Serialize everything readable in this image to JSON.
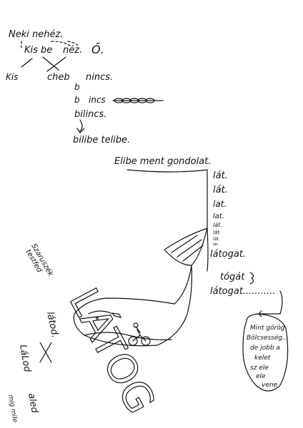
{
  "lines": {
    "l1": "Neki nehéz.",
    "l2a": "Kis be",
    "l2b": "néz.",
    "l2c": "Ő.",
    "l3a": "Kis",
    "l3b": "cheb",
    "l3c": "nincs.",
    "l4a": "b",
    "l5a": "b",
    "l5b": "incs",
    "l6": "bilincs.",
    "l7": "bilibe telibe.",
    "l8": "Elibe ment gondolat.",
    "lat1": "lát.",
    "lat2": "lát.",
    "lat3": "lat.",
    "lat4": "lat.",
    "lat5": "lát.",
    "lat6": "lát.",
    "lat7": "lát.",
    "lat8": "lát.",
    "latogat1": "látogat.",
    "togat": "tógát",
    "latogat2": "látogat..........."
  },
  "left_vertical": {
    "a": "Szaruszék",
    "b": "testfed"
  },
  "bubble": {
    "l1": "Mint görög",
    "l2": "Bölcsesség...",
    "l3": "de jobb a",
    "l4": "kelet",
    "l5": "sz ele",
    "l6": "ele",
    "l7": "vene"
  },
  "rotated": {
    "latod": "látod.",
    "latod2": "LáLod",
    "aled": "aled",
    "mige": "mig mile",
    "big": "LÁTOG"
  }
}
